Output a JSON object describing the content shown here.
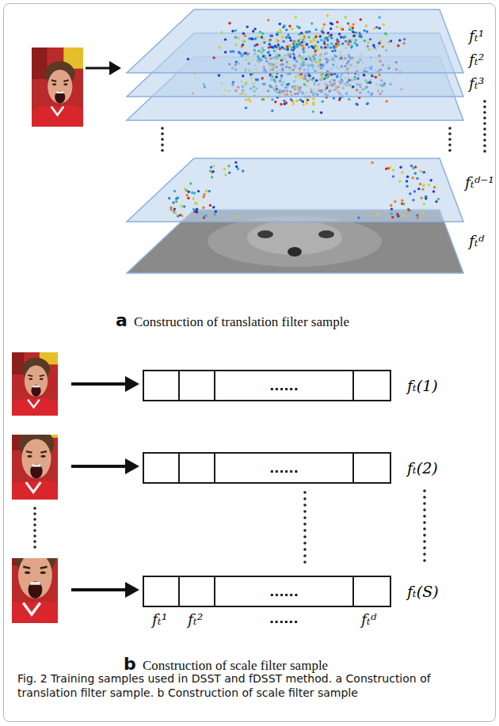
{
  "diagram": {
    "caption": "Fig. 2 Training samples used in DSST and fDSST method. a Construction of translation filter sample. b Construction of scale filter sample",
    "nodes": [
      {
        "text": [
          "......",
          "fₜ(1)"
        ]
      },
      {
        "text": [
          "......",
          "fₜ(2)"
        ]
      },
      {
        "text": [
          "......",
          "fₜ(S)"
        ]
      }
    ],
    "labels": [
      "fₜ¹",
      "fₜ²",
      "fₜ³",
      "fₜᵈ⁻¹",
      "fₜᵈ",
      "a",
      "Construction of translation filter sample",
      "b",
      "Construction of scale filter sample",
      "fₜ¹",
      "fₜ²",
      "......",
      "fₜᵈ"
    ]
  }
}
